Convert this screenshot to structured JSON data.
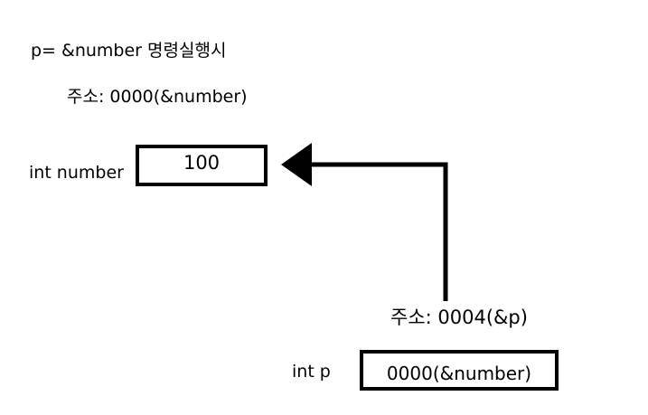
{
  "diagram": {
    "caption": "p= &number 명령실행시",
    "variables": [
      {
        "label": "int number",
        "value": "100",
        "address": "주소: 0000(&number)"
      },
      {
        "label": "int p",
        "value": "0000(&number)",
        "address": "주소: 0004(&p)"
      }
    ],
    "pointer": {
      "from": "int p",
      "to": "int number"
    }
  },
  "colors": {
    "ink": "#000000",
    "background": "#ffffff"
  }
}
